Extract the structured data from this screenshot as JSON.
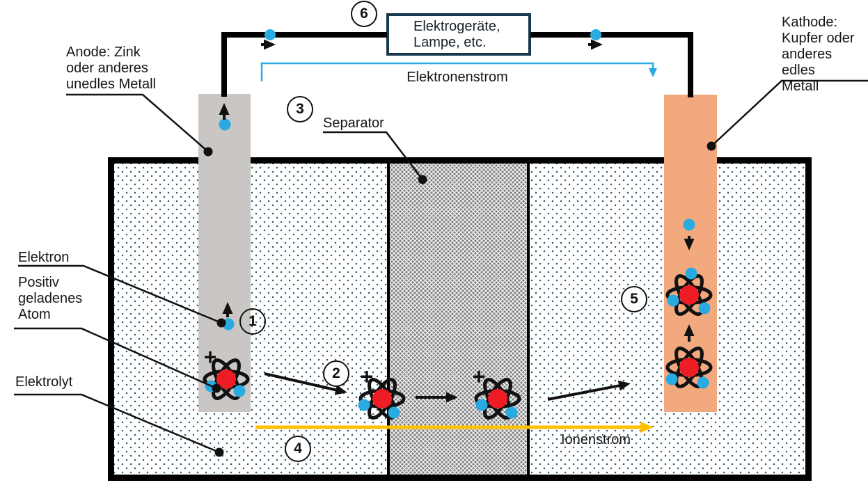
{
  "labels": {
    "anode": "Anode: Zink\noder anderes\nunedles Metall",
    "kathode": "Kathode:\nKupfer oder\nanderes edles\nMetall",
    "elektron": "Elektron",
    "positiv_atom": "Positiv\ngeladenes\nAtom",
    "elektrolyt": "Elektrolyt",
    "separator": "Separator",
    "elektronenstrom": "Elektronenstrom",
    "ionenstrom": "Ionenstrom",
    "device": "Elektrogeräte,\nLampe, etc."
  },
  "badges": {
    "n1": "1",
    "n2": "2",
    "n3": "3",
    "n4": "4",
    "n5": "5",
    "n6": "6"
  },
  "symbols": {
    "plus": "+"
  },
  "colors": {
    "anode_gray": "#C9C6C3",
    "cathode_orange": "#F2A97E",
    "electron_blue": "#29ABE2",
    "nucleus_red": "#EE1C25",
    "ion_arrow_yellow": "#FFC000",
    "device_border_navy": "#17384D",
    "electrolyte_dot": "#2B5A6E",
    "wire": "#000000"
  }
}
